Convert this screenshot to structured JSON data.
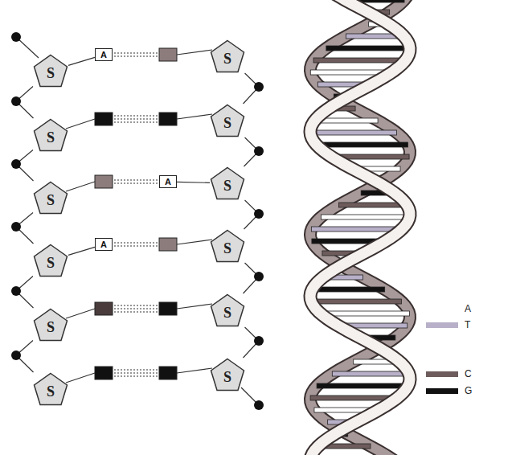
{
  "diagram": {
    "nodes": [
      {
        "text": [
          "S"
        ]
      },
      {
        "text": [
          "A"
        ]
      },
      {
        "text": [
          "S"
        ]
      },
      {
        "text": [
          "S"
        ]
      },
      {
        "text": [
          "S"
        ]
      },
      {
        "text": [
          "S"
        ]
      },
      {
        "text": [
          "A"
        ]
      },
      {
        "text": [
          "S"
        ]
      },
      {
        "text": [
          "S"
        ]
      },
      {
        "text": [
          "A"
        ]
      },
      {
        "text": [
          "S"
        ]
      },
      {
        "text": [
          "S"
        ]
      },
      {
        "text": [
          "S"
        ]
      },
      {
        "text": [
          "S"
        ]
      },
      {
        "text": [
          "S"
        ]
      }
    ],
    "edges": [
      {
        "from": 0,
        "to": 1,
        "arrow": "none"
      },
      {
        "from": 7,
        "to": 6,
        "arrow": "none"
      },
      {
        "from": 8,
        "to": 9,
        "arrow": "none"
      },
      {
        "from": 0,
        "to": 3,
        "arrow": "none"
      },
      {
        "from": 3,
        "to": 5,
        "arrow": "none"
      },
      {
        "from": 5,
        "to": 8,
        "arrow": "none"
      },
      {
        "from": 8,
        "to": 11,
        "arrow": "none"
      },
      {
        "from": 11,
        "to": 13,
        "arrow": "none"
      },
      {
        "from": 2,
        "to": 4,
        "arrow": "none"
      },
      {
        "from": 4,
        "to": 7,
        "arrow": "none"
      },
      {
        "from": 7,
        "to": 10,
        "arrow": "none"
      },
      {
        "from": 10,
        "to": 12,
        "arrow": "none"
      },
      {
        "from": 12,
        "to": 14,
        "arrow": "none"
      }
    ],
    "legend": [
      {
        "text": "A",
        "color": "#ffffff"
      },
      {
        "text": "T",
        "color": "#b8b0c8"
      },
      {
        "text": "C",
        "color": "#6e5c5c"
      },
      {
        "text": "G",
        "color": "#111111"
      }
    ]
  }
}
